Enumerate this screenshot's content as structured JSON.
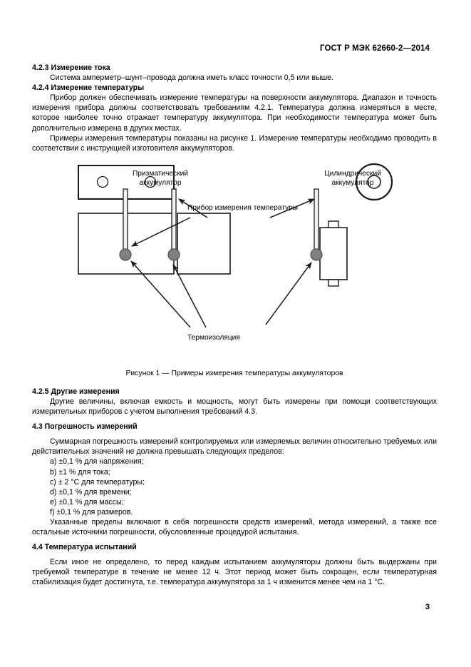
{
  "document": {
    "header_standard": "ГОСТ Р МЭК 62660-2—2014",
    "page_number": "3"
  },
  "sections": {
    "s423_heading": "4.2.3 Измерение тока",
    "s423_body": "Система амперметр–шунт–провода должна иметь класс точности 0,5 или выше.",
    "s424_heading": "4.2.4 Измерение температуры",
    "s424_para1": "Прибор должен обеспечивать измерение температуры на поверхности аккумулятора. Диапазон и точность измерения прибора должны соответствовать требованиям 4.2.1. Температура должна измеряться в месте, которое наиболее точно отражает температуру аккумулятора. При необходимости температура может быть дополнительно измерена в других местах.",
    "s424_para2": "Примеры измерения температуры показаны на рисунке 1. Измерение температуры необходимо проводить в соответствии с инструкцией изготовителя аккумуляторов.",
    "s425_heading": "4.2.5 Другие измерения",
    "s425_body": "Другие величины, включая емкость и мощность, могут быть измерены при помощи соответствующих измерительных приборов с учетом выполнения требований 4.3.",
    "s43_heading": "4.3 Погрешность измерений",
    "s43_body": "Суммарная погрешность измерений контролируемых или измеряемых величин относительно требуемых или действительных значений не должна превышать следующих пределов:",
    "s43_list": [
      "a) ±0,1 % для напряжения;",
      "b) ±1 % для тока;",
      "c) ± 2 °С для температуры;",
      "d) ±0,1 % для времени;",
      "e) ±0,1 % для массы;",
      "f) ±0,1 % для размеров."
    ],
    "s43_tail": "Указанные пределы включают в себя погрешности средств измерений, метода измерений, а также все остальные источники погрешности, обусловленные процедурой испытания.",
    "s44_heading": "4.4 Температура испытаний",
    "s44_body": "Если иное не определено, то перед каждым испытанием аккумуляторы должны быть выдержаны при требуемой температуре в течение не менее 12 ч. Этот период может быть сокращен, если температурная стабилизация будет достигнута, т.е. температура аккумулятора за 1 ч изменится менее чем на 1 °С."
  },
  "figure": {
    "label_prismatic_line1": "Призматический",
    "label_prismatic_line2": "аккумулятор",
    "label_cylindrical_line1": "Цилиндрический",
    "label_cylindrical_line2": "аккумулятор",
    "label_device": "Прибор измерения температуры",
    "label_insulation": "Термоизоляция",
    "caption": "Рисунок 1 — Примеры измерения температуры аккумуляторов",
    "colors": {
      "outline": "#1a1a1a",
      "sensor_fill": "#808080",
      "probe_fill": "#f2f2f2"
    }
  }
}
